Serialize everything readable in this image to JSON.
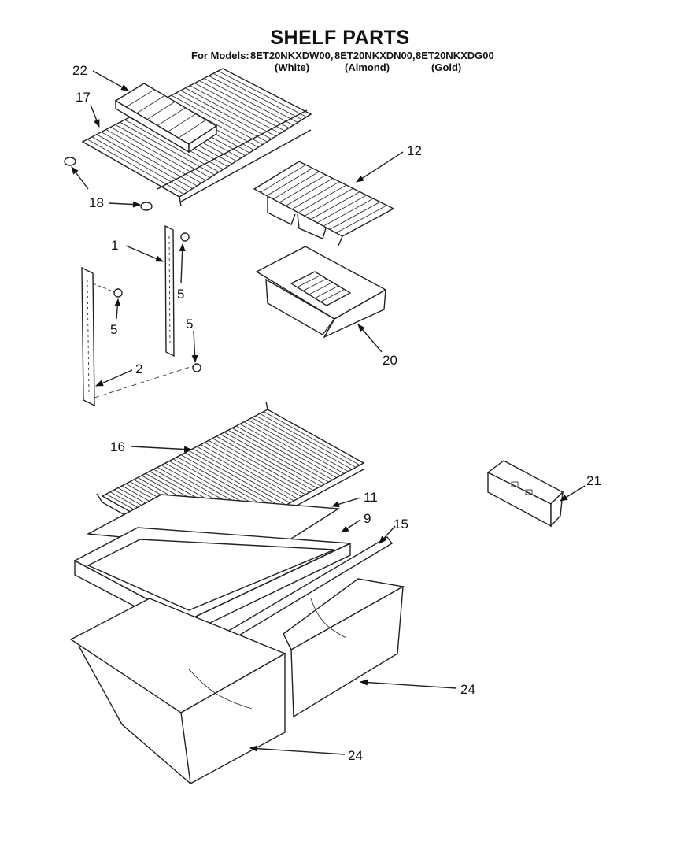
{
  "header": {
    "title": "SHELF PARTS",
    "models_prefix": "For Models:",
    "models": [
      {
        "model": "8ET20NKXDW00,",
        "variant": "(White)"
      },
      {
        "model": "8ET20NKXDN00,",
        "variant": "(Almond)"
      },
      {
        "model": "8ET20NKXDG00",
        "variant": "(Gold)"
      }
    ]
  },
  "callouts": {
    "p22": "22",
    "p17": "17",
    "p18": "18",
    "p12": "12",
    "p1": "1",
    "p5a": "5",
    "p5b": "5",
    "p5c": "5",
    "p20": "20",
    "p2": "2",
    "p16": "16",
    "p21": "21",
    "p11": "11",
    "p9": "9",
    "p15": "15",
    "p24a": "24",
    "p24b": "24"
  }
}
